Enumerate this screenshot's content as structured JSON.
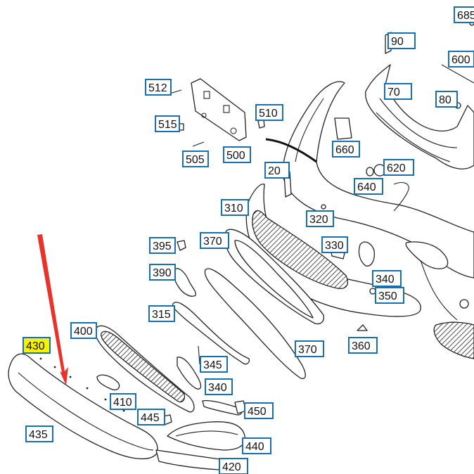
{
  "callouts": [
    {
      "id": "685",
      "highlight": false
    },
    {
      "id": "90",
      "highlight": false
    },
    {
      "id": "600",
      "highlight": false
    },
    {
      "id": "70",
      "highlight": false
    },
    {
      "id": "80",
      "highlight": false
    },
    {
      "id": "512",
      "highlight": false
    },
    {
      "id": "510",
      "highlight": false
    },
    {
      "id": "515",
      "highlight": false
    },
    {
      "id": "505",
      "highlight": false
    },
    {
      "id": "500",
      "highlight": false
    },
    {
      "id": "660",
      "highlight": false
    },
    {
      "id": "20",
      "highlight": false
    },
    {
      "id": "620",
      "highlight": false
    },
    {
      "id": "640",
      "highlight": false
    },
    {
      "id": "310",
      "highlight": false
    },
    {
      "id": "320",
      "highlight": false
    },
    {
      "id": "370",
      "highlight": false
    },
    {
      "id": "330",
      "highlight": false
    },
    {
      "id": "395",
      "highlight": false
    },
    {
      "id": "390",
      "highlight": false
    },
    {
      "id": "340",
      "highlight": false
    },
    {
      "id": "350",
      "highlight": false
    },
    {
      "id": "315",
      "highlight": false
    },
    {
      "id": "400",
      "highlight": false
    },
    {
      "id": "360",
      "highlight": false
    },
    {
      "id": "370",
      "highlight": false
    },
    {
      "id": "430",
      "highlight": true
    },
    {
      "id": "345",
      "highlight": false
    },
    {
      "id": "340",
      "highlight": false
    },
    {
      "id": "410",
      "highlight": false
    },
    {
      "id": "450",
      "highlight": false
    },
    {
      "id": "445",
      "highlight": false
    },
    {
      "id": "435",
      "highlight": false
    },
    {
      "id": "440",
      "highlight": false
    },
    {
      "id": "420",
      "highlight": false
    }
  ],
  "colors": {
    "callout_border": "#1a6fb0",
    "highlight_fill": "#f4f400",
    "arrow": "#e8322a",
    "line": "#222222"
  }
}
